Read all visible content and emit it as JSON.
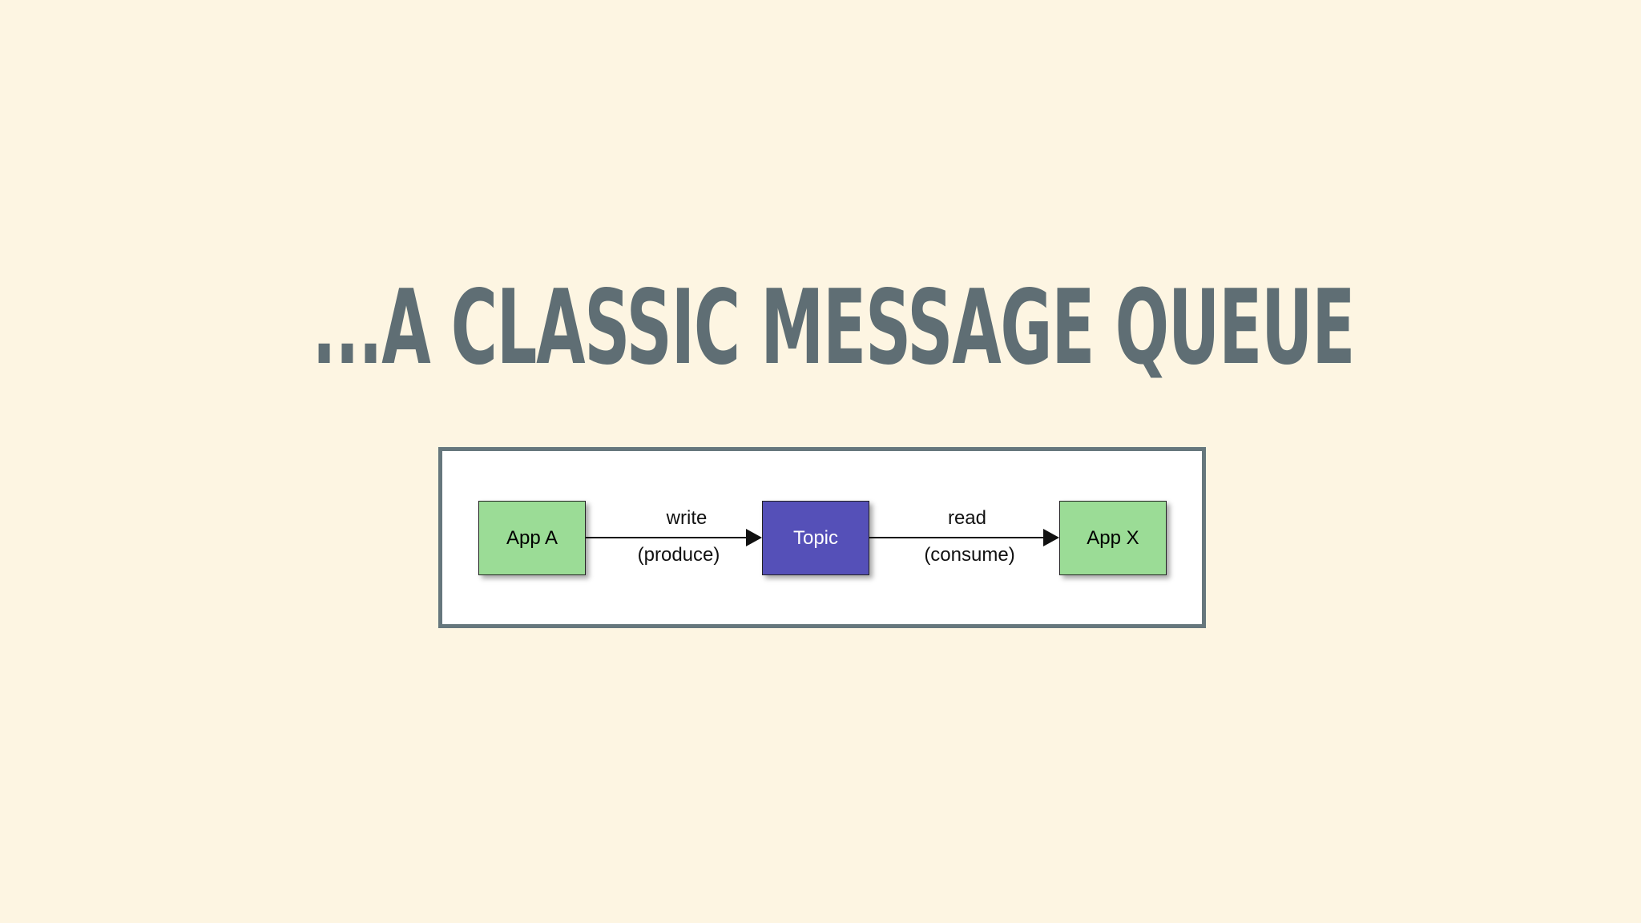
{
  "slide": {
    "title": "...A CLASSIC MESSAGE QUEUE"
  },
  "diagram": {
    "nodes": [
      {
        "id": "app-a",
        "label": "App A",
        "color": "#9bdc96"
      },
      {
        "id": "topic",
        "label": "Topic",
        "color": "#5550b8"
      },
      {
        "id": "app-x",
        "label": "App X",
        "color": "#9bdc96"
      }
    ],
    "edges": [
      {
        "from": "app-a",
        "to": "topic",
        "label_top": "write",
        "label_bottom": "(produce)"
      },
      {
        "from": "topic",
        "to": "app-x",
        "label_top": "read",
        "label_bottom": "(consume)"
      }
    ],
    "frame_color": "#66777d"
  }
}
